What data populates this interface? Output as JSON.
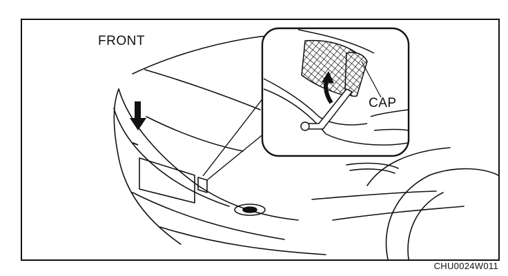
{
  "figure": {
    "labels": {
      "front": "FRONT",
      "cap": "CAP"
    },
    "figure_code": "CHU0024W011"
  },
  "colors": {
    "ink": "#111111",
    "background": "#ffffff"
  }
}
